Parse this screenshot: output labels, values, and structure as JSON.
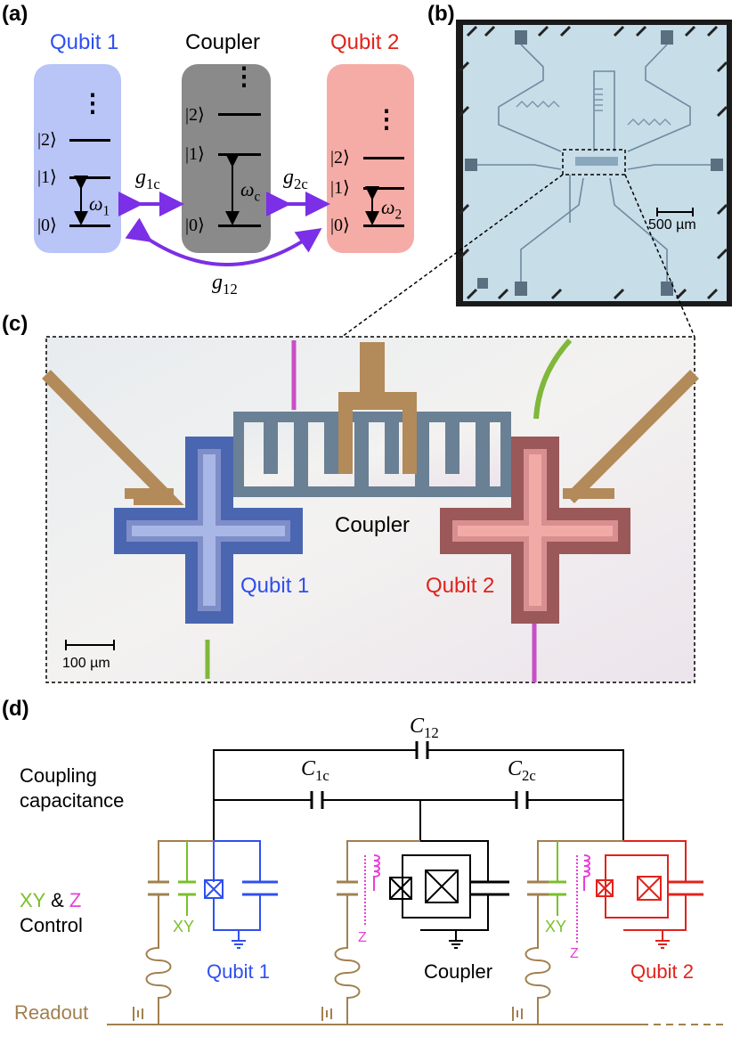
{
  "panel_a": {
    "label": "(a)",
    "qubit1": {
      "title": "Qubit 1",
      "color": "#2f4ff0",
      "bg": "#b9c4f7",
      "omega": "ω",
      "omega_sub": "1"
    },
    "coupler": {
      "title": "Coupler",
      "color": "#000000",
      "bg": "#8a8a8a",
      "omega": "ω",
      "omega_sub": "c"
    },
    "qubit2": {
      "title": "Qubit 2",
      "color": "#e0231c",
      "bg": "#f6aca6",
      "omega": "ω",
      "omega_sub": "2"
    },
    "kets": {
      "k0": "|0⟩",
      "k1": "|1⟩",
      "k2": "|2⟩"
    },
    "dots": "⋮",
    "g1c": {
      "main": "g",
      "sub": "1c"
    },
    "g2c": {
      "main": "g",
      "sub": "2c"
    },
    "g12": {
      "main": "g",
      "sub": "12"
    },
    "arrow_color": "#7b2fe6"
  },
  "panel_b": {
    "label": "(b)",
    "scalebar": "500 µm"
  },
  "panel_c": {
    "label": "(c)",
    "coupler": "Coupler",
    "qubit1": "Qubit 1",
    "qubit2": "Qubit 2",
    "scalebar": "100 µm"
  },
  "panel_d": {
    "label": "(d)",
    "c12": {
      "main": "C",
      "sub": "12"
    },
    "c1c": {
      "main": "C",
      "sub": "1c"
    },
    "c2c": {
      "main": "C",
      "sub": "2c"
    },
    "coupling_line1": "Coupling",
    "coupling_line2": "capacitance",
    "xy": "XY",
    "amp": " & ",
    "z": "Z",
    "control": "Control",
    "xy_label": "XY",
    "z_label": "Z",
    "qubit1": "Qubit 1",
    "coupler": "Coupler",
    "qubit2": "Qubit 2",
    "readout": "Readout",
    "colors": {
      "readout": "#a0804f",
      "xy": "#7ac02a",
      "z": "#e83fd8",
      "q1": "#2f4ff0",
      "q2": "#e0231c"
    }
  }
}
